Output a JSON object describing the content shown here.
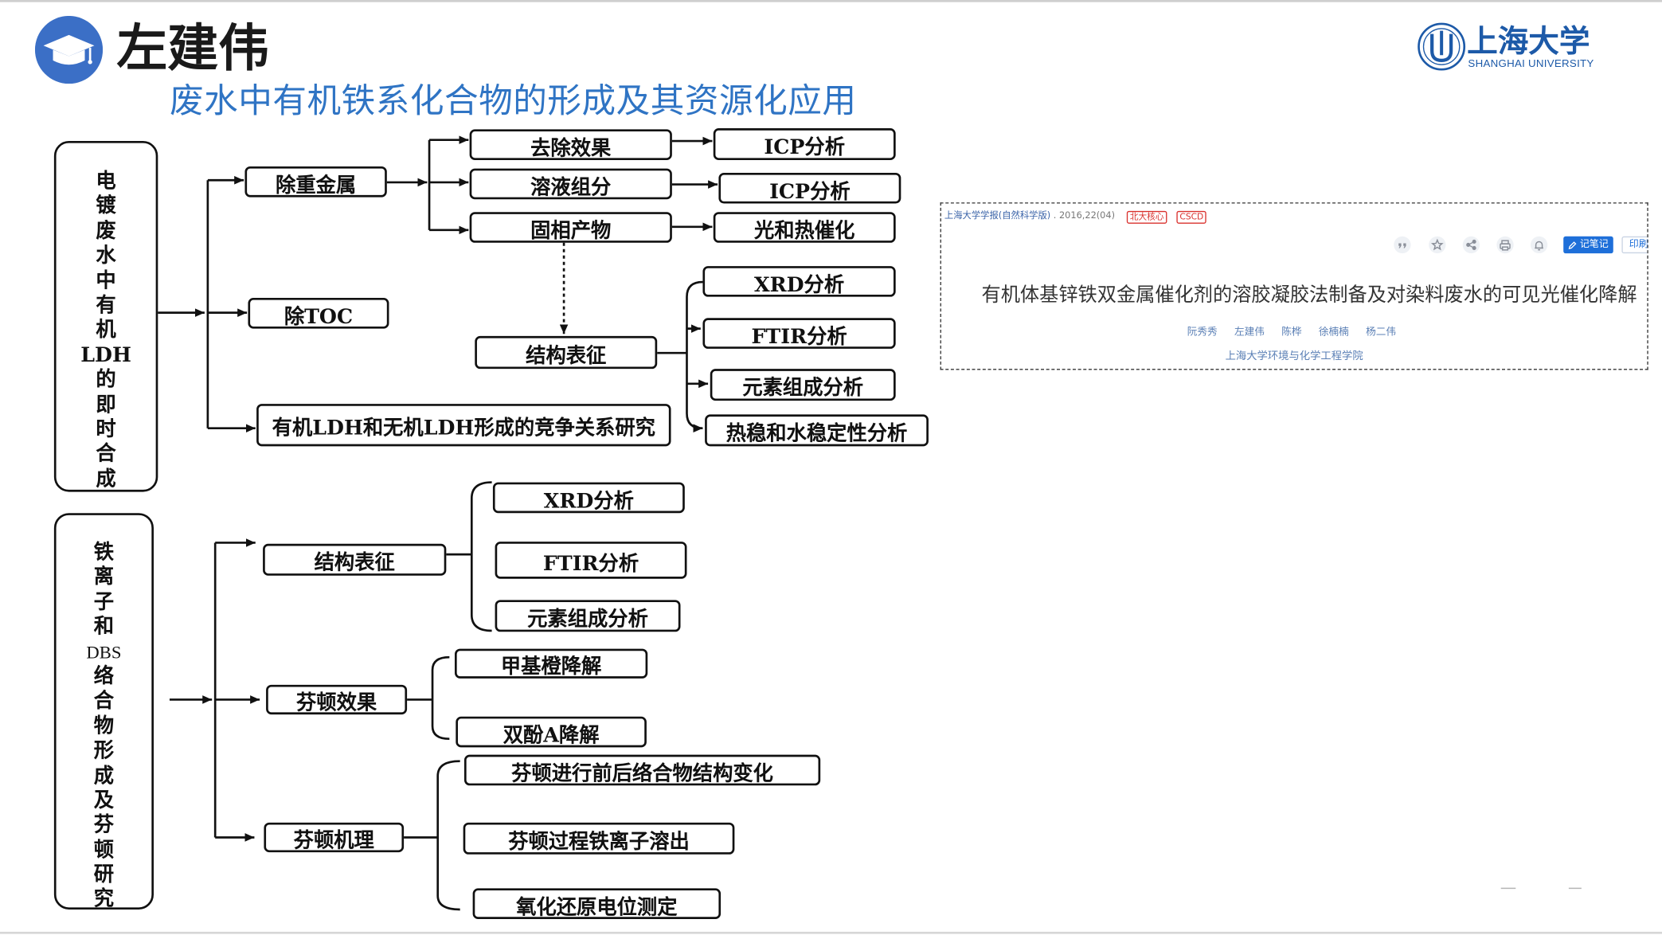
{
  "slide": {
    "title": "左建伟",
    "subtitle": "废水中有机铁系化合物的形成及其资源化应用",
    "title_icon": "graduation-cap-icon"
  },
  "logo": {
    "name_cn": "上海大学",
    "name_en": "SHANGHAI UNIVERSITY",
    "icon": "university-seal-icon"
  },
  "colors": {
    "accent": "#3b6fc6",
    "subtitle": "#2f74c4",
    "logo": "#1d5aa8",
    "badge": "#d9302c",
    "note_button": "#1e6fd9"
  },
  "diagram": {
    "tree_1": {
      "root": [
        "电",
        "镀",
        "废",
        "水",
        "中",
        "有",
        "机",
        "LDH",
        "的",
        "即",
        "时",
        "合",
        "成"
      ],
      "heavy_metal_removal": "除重金属",
      "removal_effect": "去除效果",
      "removal_effect_method": "ICP分析",
      "solution_composition": "溶液组分",
      "solution_composition_method": "ICP分析",
      "solid_product": "固相产物",
      "solid_product_application": "光和热催化",
      "structure": "结构表征",
      "structure_methods": [
        "XRD分析",
        "FTIR分析",
        "元素组成分析",
        "热稳和水稳定性分析"
      ],
      "toc_removal": "除TOC",
      "competition_study": "有机LDH和无机LDH形成的竞争关系研究"
    },
    "tree_2": {
      "root": [
        "铁",
        "离",
        "子",
        "和",
        "DBS",
        "络",
        "合",
        "物",
        "形",
        "成",
        "及",
        "芬",
        "顿",
        "研",
        "究"
      ],
      "structure": "结构表征",
      "structure_methods": [
        "XRD分析",
        "FTIR分析",
        "元素组成分析"
      ],
      "fenton_effect": "芬顿效果",
      "fenton_effect_items": [
        "甲基橙降解",
        "双酚A降解"
      ],
      "fenton_mechanism": "芬顿机理",
      "fenton_mechanism_items": [
        "芬顿进行前后络合物结构变化",
        "芬顿过程铁离子溶出",
        "氧化还原电位测定"
      ]
    }
  },
  "paper_card": {
    "journal": "上海大学学报(自然科学版)",
    "issue": " . 2016,22(04)",
    "badges": [
      "北大核心",
      "CSCD"
    ],
    "tools": [
      "quote-icon",
      "star-icon",
      "share-icon",
      "print-icon",
      "bell-icon"
    ],
    "note_button": "记笔记",
    "next_button": "印刷",
    "title": "有机体基锌铁双金属催化剂的溶胶凝胶法制备及对染料废水的可见光催化降解",
    "authors": [
      "阮秀秀",
      "左建伟",
      "陈桦",
      "徐楠楠",
      "杨二伟"
    ],
    "affiliation": "上海大学环境与化学工程学院"
  }
}
